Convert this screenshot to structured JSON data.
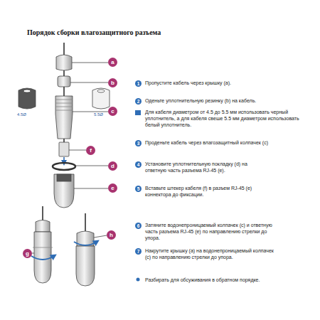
{
  "diagram": {
    "title": "Порядок сборки влагозащитного разъема",
    "labels": [
      "a",
      "b",
      "4.5Ø",
      "5.5Ø",
      "c",
      "f",
      "d",
      "e",
      "g",
      "h",
      "1",
      "Пропустите кабель через крышку (a).",
      "2",
      "Оденьте уплотнительную резинку (b) на кабель.",
      "Для кабеля диаметром от 4.5 до 5.5 мм использовать черный уплотнитель, а для кабеля свеше 5.5 мм диаметром использовать белый уплотнитель.",
      "3",
      "Проденьте кабель через влагозащитный колпачек (c)",
      "4",
      "Установите уплотнительную покладку (d) на ответную часть разъема RJ-45 (e).",
      "5",
      "Вставьте штекер кабеля (f) в разъем RJ-45 (e) коннектора до фиксации.",
      "6",
      "Затяните водонепроницаемый колпачек (c) и ответную часть разъема RJ-45 (e) по направлению стрелки до упора.",
      "7",
      "Накрутите крышку (a) на водонепроницаемый колпачек (c) по направлению стрелки до упора.",
      "Разбирать для обсуживания в обратном порядке."
    ]
  }
}
